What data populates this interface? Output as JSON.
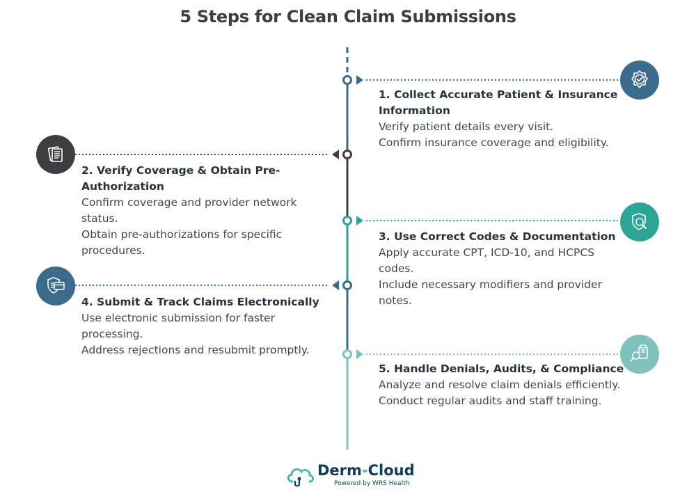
{
  "title": "5 Steps for Clean Claim Submissions",
  "steps": [
    {
      "heading": "1. Collect Accurate Patient & Insurance Information",
      "lines": [
        "Verify patient details every visit.",
        "Confirm insurance coverage and eligibility."
      ],
      "icon": "shield-check-icon",
      "color": "#3a6a8c"
    },
    {
      "heading": "2. Verify Coverage & Obtain Pre-Authorization",
      "lines": [
        "Confirm coverage and provider network status.",
        "Obtain pre-authorizations for specific procedures."
      ],
      "icon": "documents-icon",
      "color": "#3c3f42"
    },
    {
      "heading": "3. Use Correct Codes & Documentation",
      "lines": [
        "Apply accurate CPT, ICD-10, and HCPCS codes.",
        "Include necessary modifiers and provider notes."
      ],
      "icon": "shield-search-icon",
      "color": "#2aa596"
    },
    {
      "heading": "4. Submit & Track Claims Electronically",
      "lines": [
        "Use electronic submission for faster processing.",
        "Address rejections and resubmit promptly."
      ],
      "icon": "shield-card-icon",
      "color": "#3a6a8c"
    },
    {
      "heading": "5. Handle Denials, Audits, & Compliance",
      "lines": [
        "Analyze and resolve claim denials efficiently.",
        "Conduct regular audits and staff training."
      ],
      "icon": "audit-search-icon",
      "color": "#7fc2bd"
    }
  ],
  "logo": {
    "name_part1": "Derm",
    "name_dash": "-",
    "name_part2": "Cloud",
    "tagline": "Powered by WRS Health"
  }
}
